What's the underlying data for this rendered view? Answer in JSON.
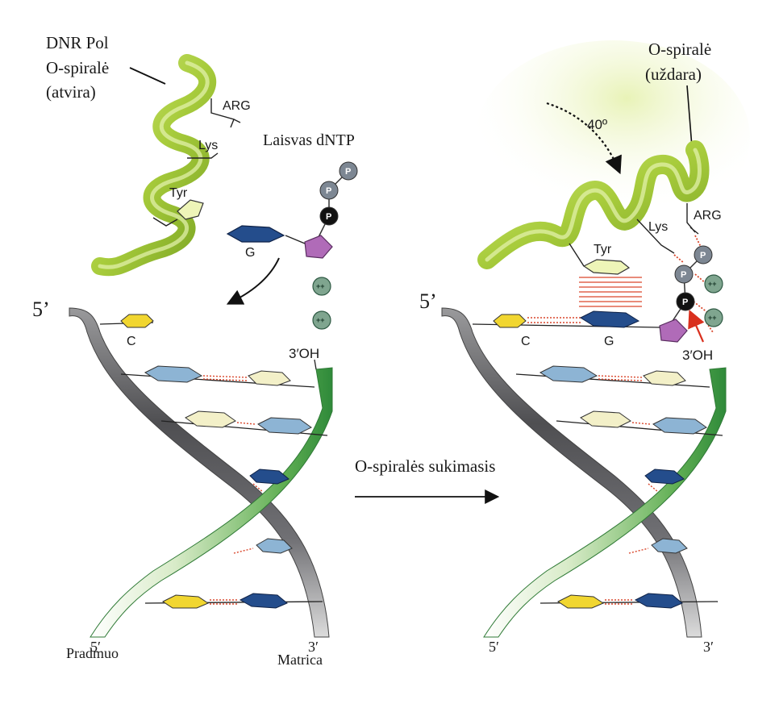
{
  "left_panel": {
    "title_line1": "DNR Pol",
    "title_line2": "O-spiralė",
    "title_line3": "(atvira)",
    "label_arg": "ARG",
    "label_lys": "Lys",
    "label_tyr": "Tyr",
    "label_dntp": "Laisvas dNTP",
    "label_g": "G",
    "label_c": "C",
    "label_5prime_top": "5’",
    "label_3oh": "3′OH",
    "label_5prime_bottom": "5′",
    "label_3prime_bottom": "3′",
    "label_pradmuo": "Pradmuo",
    "label_matrica": "Matrica",
    "phosphate_label": "P",
    "ion_label": "++"
  },
  "middle": {
    "rotation_label": "O-spiralės sukimasis"
  },
  "right_panel": {
    "title_line1": "O-spiralė",
    "title_line2": "(uždara)",
    "angle_label": "40º",
    "label_arg": "ARG",
    "label_lys": "Lys",
    "label_tyr": "Tyr",
    "label_c": "C",
    "label_g": "G",
    "label_5prime_top": "5’",
    "label_3oh": "3′OH",
    "label_5prime_bottom": "5′",
    "label_3prime_bottom": "3′",
    "phosphate_label": "P",
    "ion_label": "++"
  },
  "colors": {
    "helix_green": "#a8cc3c",
    "helix_dark": "#6f9a1c",
    "strand_gray": "#6d6d6f",
    "strand_green": "#3f9a45",
    "base_yellow": "#f1d630",
    "base_blue": "#244d8c",
    "base_lightblue": "#8db4d4",
    "base_pale": "#f3f0c8",
    "pentose": "#b06bb8",
    "phosphate_gray": "#7d8793",
    "phosphate_black": "#111111",
    "ion_green": "#7fa58f",
    "hbond_red": "#d9462b"
  }
}
